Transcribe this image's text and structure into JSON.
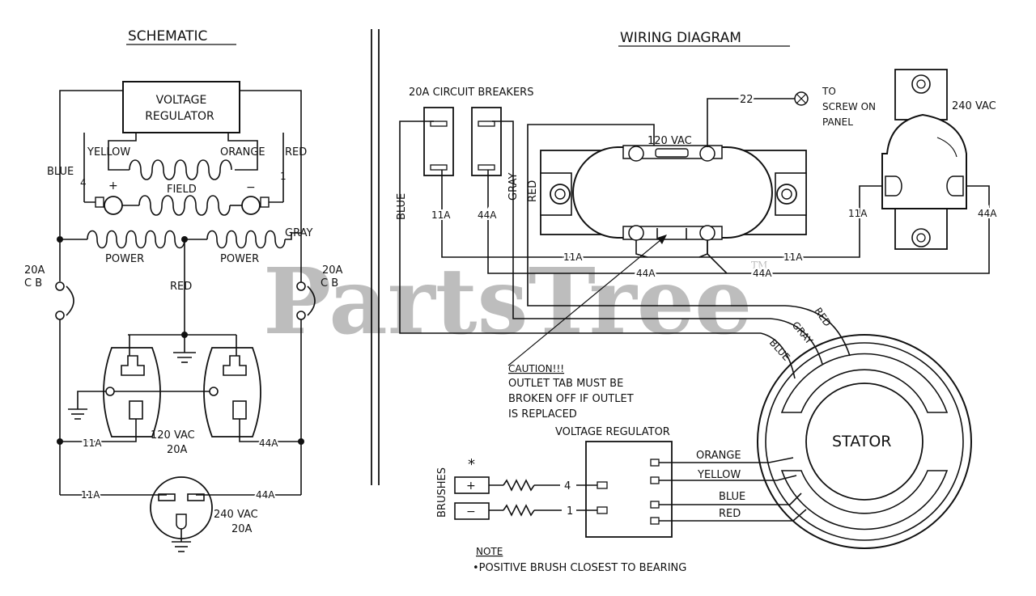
{
  "watermark": "PartsTree",
  "watermark_tm": "TM",
  "schematic": {
    "title": "SCHEMATIC",
    "voltage_regulator": [
      "VOLTAGE",
      "REGULATOR"
    ],
    "yellow": "YELLOW",
    "orange": "ORANGE",
    "blue": "BLUE",
    "red": "RED",
    "terminal_4": "4",
    "terminal_1": "1",
    "field": "FIELD",
    "plus": "+",
    "minus": "−",
    "gray": "GRAY",
    "power_left": "POWER",
    "power_right": "POWER",
    "breaker_left": [
      "20A",
      "C B"
    ],
    "breaker_right": [
      "20A",
      "C B"
    ],
    "center_red": "RED",
    "outlet_120": [
      "120 VAC",
      "20A"
    ],
    "label_11a_upper": "11A",
    "label_44a_upper": "44A",
    "label_11a_lower": "11A",
    "label_44a_lower": "44A",
    "outlet_240": [
      "240 VAC",
      "20A"
    ]
  },
  "wiring": {
    "title": "WIRING DIAGRAM",
    "breakers_title": "20A CIRCUIT BREAKERS",
    "blue": "BLUE",
    "gray": "GRAY",
    "red": "RED",
    "br_11a": "11A",
    "br_44a": "44A",
    "vac_120": "120 VAC",
    "wire_22": "22",
    "screw_note": [
      "TO",
      "SCREW ON",
      "PANEL"
    ],
    "vac_240": "240 VAC",
    "r240_11a": "11A",
    "r240_44a": "44A",
    "bus_11a_left": "11A",
    "bus_11a_right": "11A",
    "bus_44a_left": "44A",
    "bus_44a_right": "44A",
    "caution": [
      "CAUTION!!!",
      "OUTLET TAB MUST BE",
      "BROKEN OFF IF OUTLET",
      "IS REPLACED"
    ],
    "stator_red": "RED",
    "stator_gray": "GRAY",
    "stator_blue": "BLUE",
    "stator": "STATOR",
    "vr_title": "VOLTAGE REGULATOR",
    "vr_orange": "ORANGE",
    "vr_yellow": "YELLOW",
    "vr_blue": "BLUE",
    "vr_red": "RED",
    "brushes": "BRUSHES",
    "asterisk": "*",
    "brush_plus": "+",
    "brush_minus": "−",
    "term_4": "4",
    "term_1": "1",
    "note_title": "NOTE",
    "note_text": "•POSITIVE BRUSH CLOSEST TO BEARING"
  }
}
